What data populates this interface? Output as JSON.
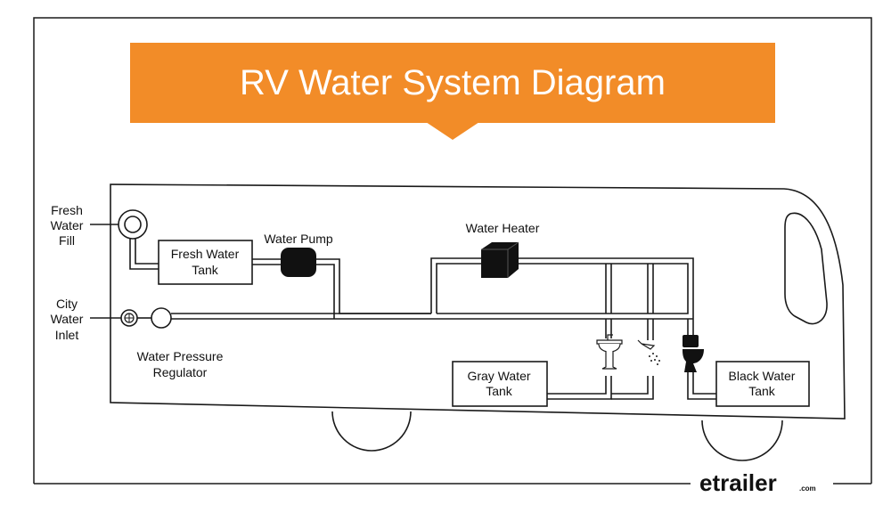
{
  "title": "RV Water System Diagram",
  "colors": {
    "banner": "#F28C28",
    "ink": "#1a1a1a",
    "background": "#ffffff"
  },
  "labels": {
    "fresh_water_fill": [
      "Fresh",
      "Water",
      "Fill"
    ],
    "city_water_inlet": [
      "City",
      "Water",
      "Inlet"
    ],
    "fresh_water_tank": [
      "Fresh Water",
      "Tank"
    ],
    "water_pump": "Water Pump",
    "water_heater": "Water Heater",
    "water_pressure_regulator": [
      "Water Pressure",
      "Regulator"
    ],
    "gray_water_tank": [
      "Gray Water",
      "Tank"
    ],
    "black_water_tank": [
      "Black Water",
      "Tank"
    ]
  },
  "icons": {
    "sink": "sink-icon",
    "shower": "shower-icon",
    "toilet": "toilet-icon"
  },
  "brand": {
    "name": "etrailer",
    "suffix": ".com"
  }
}
